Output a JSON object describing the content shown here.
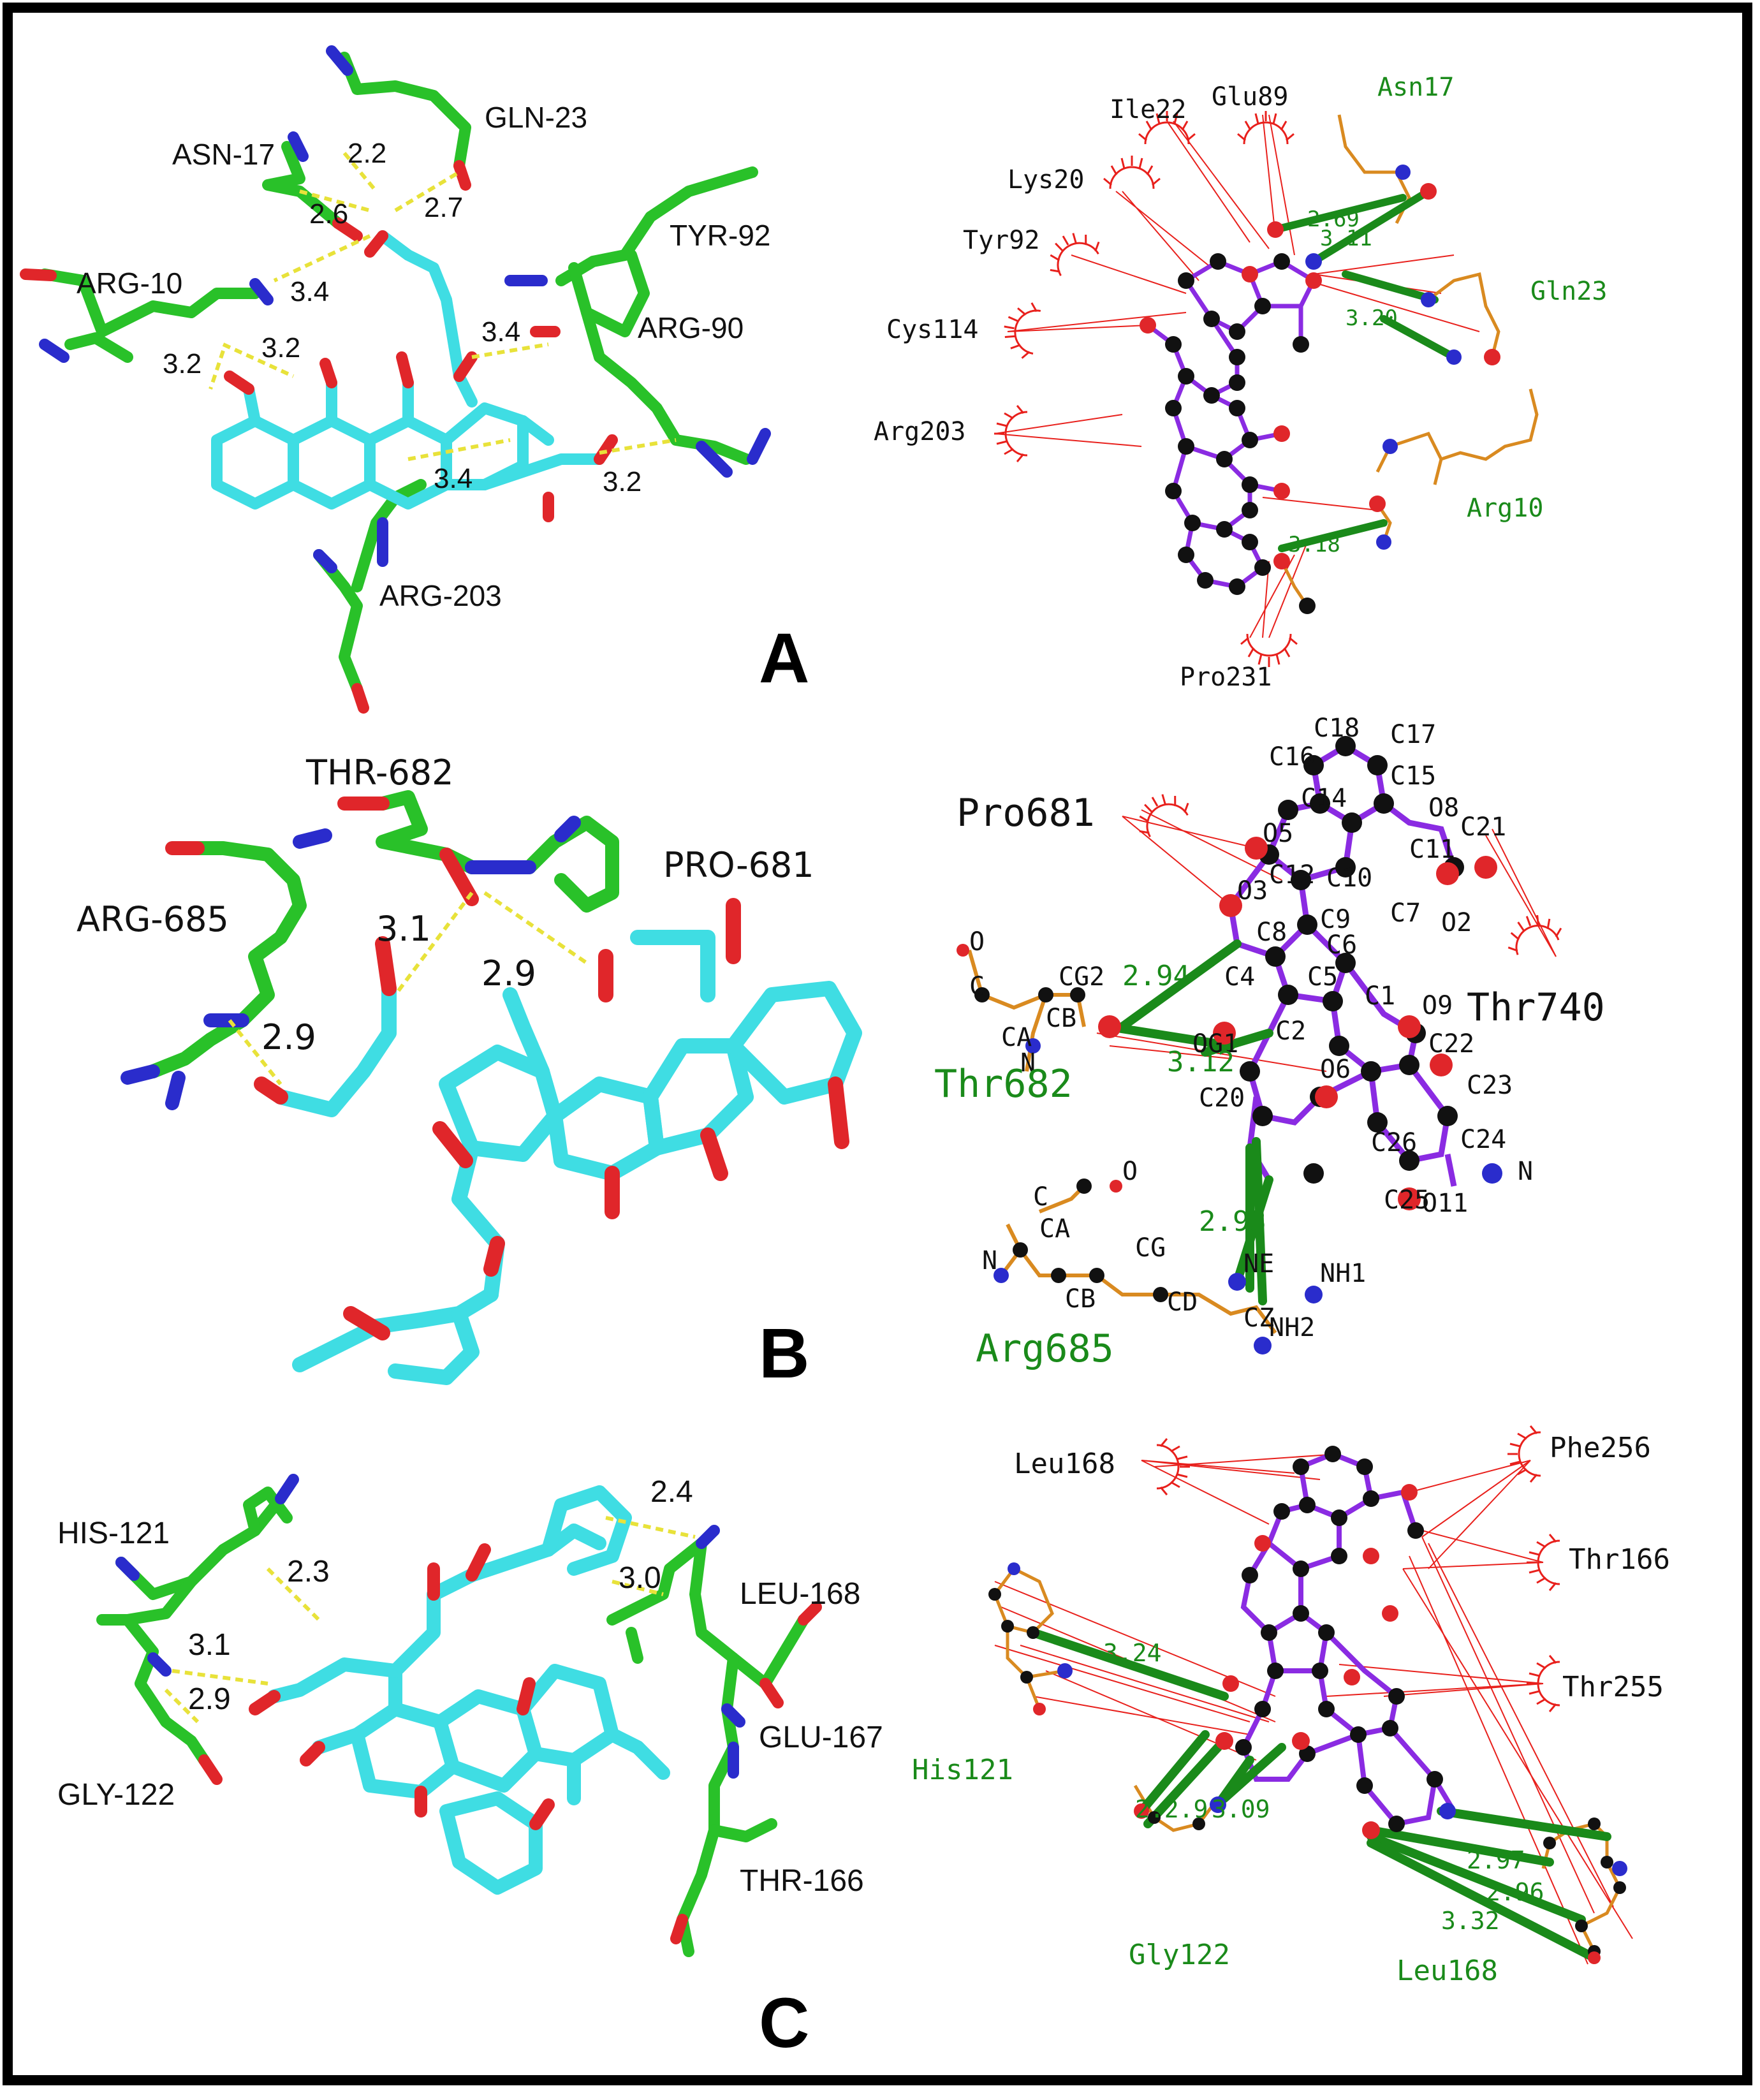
{
  "panels": [
    {
      "letter": "A",
      "left_labels": [
        "ASN-17",
        "GLN-23",
        "TYR-92",
        "ARG-10",
        "ARG-90",
        "ARG-203"
      ],
      "left_distances": [
        "2.2",
        "2.6",
        "2.7",
        "3.4",
        "3.4",
        "3.2",
        "3.2",
        "3.4",
        "3.2"
      ],
      "right_residues_green": [
        "Asn17",
        "Gln23",
        "Arg10"
      ],
      "right_residues_hydrophobic": [
        "Ile22",
        "Glu89",
        "Lys20",
        "Tyr92",
        "Cys114",
        "Arg203",
        "Pro231"
      ],
      "right_distances": [
        "2.69",
        "3.11",
        "3.20",
        "3.18"
      ]
    },
    {
      "letter": "B",
      "left_labels": [
        "THR-682",
        "PRO-681",
        "ARG-685"
      ],
      "left_distances": [
        "3.1",
        "2.9",
        "2.9"
      ],
      "right_residues_green": [
        "Thr682",
        "Arg685"
      ],
      "right_residues_hydrophobic": [
        "Pro681",
        "Thr740"
      ],
      "right_distances": [
        "2.94",
        "3.12",
        "2.93"
      ]
    },
    {
      "letter": "C",
      "left_labels": [
        "HIS-121",
        "GLY-122",
        "LEU-168",
        "GLU-167",
        "THR-166"
      ],
      "left_distances": [
        "2.4",
        "2.3",
        "3.0",
        "3.1",
        "2.9"
      ],
      "right_residues_green": [
        "His121",
        "Gly122",
        "Leu168"
      ],
      "right_residues_hydrophobic": [
        "Leu168",
        "Phe256",
        "Thr166",
        "Thr255"
      ],
      "right_distances": [
        "3.24",
        "2.2.9",
        "3.09",
        "2.97",
        "2.96",
        "3.32"
      ]
    }
  ],
  "colors": {
    "ligand": "#3fdde3",
    "oxygen": "#e0262a",
    "nitrogen": "#2a2ccc",
    "residue": "#29c129",
    "hbond_dash": "#e8e23a",
    "hydrophobic": "#e8201c",
    "ligplot_green": "#1a8a1a",
    "bond_purple": "#8a2be2",
    "bond_orange": "#d98a20"
  }
}
